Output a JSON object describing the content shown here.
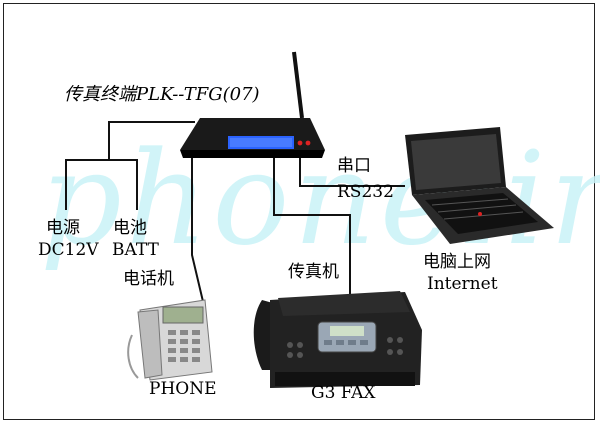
{
  "watermark": "phonelink",
  "terminal": {
    "title": "传真终端PLK--TFG(07)"
  },
  "power": {
    "cn": "电源",
    "en": "DC12V"
  },
  "battery": {
    "cn": "电池",
    "en": "BATT"
  },
  "serial": {
    "cn": "串口",
    "en": "RS232"
  },
  "computer": {
    "cn": "电脑上网",
    "en": "Internet"
  },
  "telephone": {
    "cn": "电话机",
    "en": "PHONE"
  },
  "fax": {
    "cn": "传真机",
    "en": "G3 FAX"
  },
  "colors": {
    "watermark": "#c9f3f7",
    "device_body": "#1a1a1a",
    "display": "#2b63ff",
    "wire": "#111111"
  }
}
